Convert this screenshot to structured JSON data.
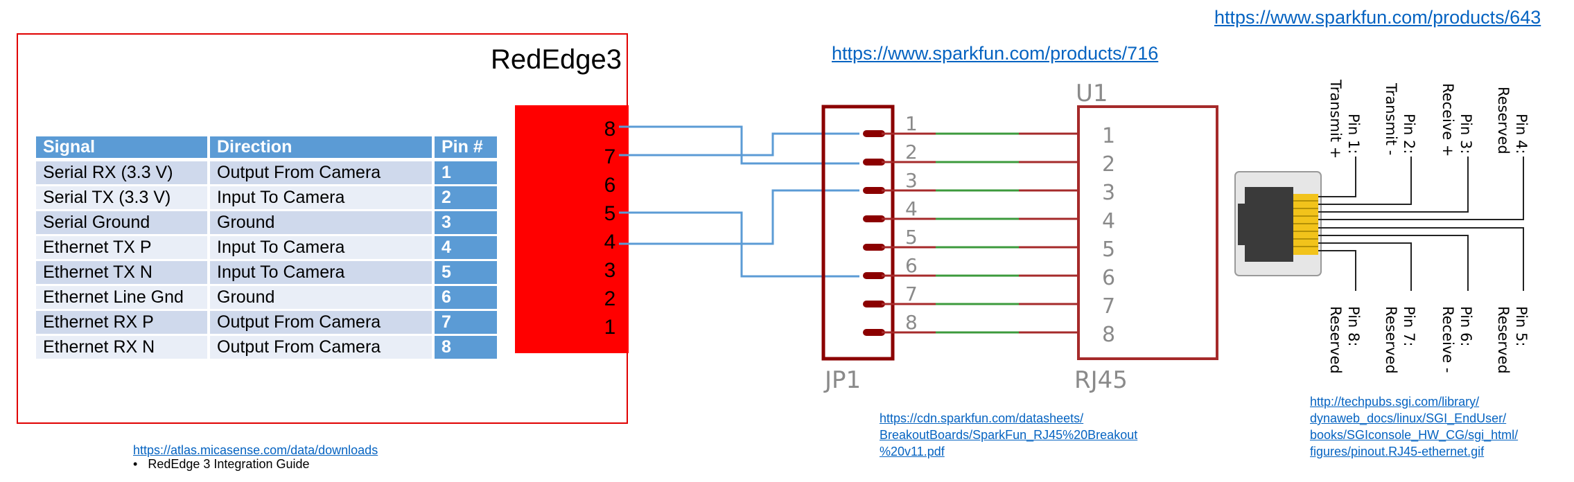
{
  "links": {
    "products_643": "https://www.sparkfun.com/products/643",
    "products_716": "https://www.sparkfun.com/products/716",
    "atlas": "https://atlas.micasense.com/data/downloads",
    "sparkfun_pdf": [
      "https://cdn.sparkfun.com/datasheets/",
      "BreakoutBoards/SparkFun_RJ45%20Breakout",
      "%20v11.pdf"
    ],
    "sgi": [
      "http://techpubs.sgi.com/library/",
      "dynaweb_docs/linux/SGI_EndUser/",
      "books/SGIconsole_HW_CG/sgi_html/",
      "figures/pinout.RJ45-ethernet.gif"
    ]
  },
  "guide_bullet": "RedEdge 3 Integration Guide",
  "camera": {
    "title": "RedEdge3",
    "connector_pins": [
      "8",
      "7",
      "6",
      "5",
      "4",
      "3",
      "2",
      "1"
    ]
  },
  "table": {
    "headers": [
      "Signal",
      "Direction",
      "Pin #"
    ],
    "rows": [
      [
        "Serial RX (3.3 V)",
        "Output From Camera",
        "1"
      ],
      [
        "Serial TX  (3.3 V)",
        "Input To Camera",
        "2"
      ],
      [
        "Serial Ground",
        "Ground",
        "3"
      ],
      [
        "Ethernet TX P",
        "Input To Camera",
        "4"
      ],
      [
        "Ethernet TX N",
        "Input To Camera",
        "5"
      ],
      [
        "Ethernet Line Gnd",
        "Ground",
        "6"
      ],
      [
        "Ethernet RX P",
        "Output From Camera",
        "7"
      ],
      [
        "Ethernet RX N",
        "Output From Camera",
        "8"
      ]
    ]
  },
  "breakout": {
    "header_label": "JP1",
    "jack_designator": "U1",
    "jack_label": "RJ45",
    "header_pins": [
      "1",
      "2",
      "3",
      "4",
      "5",
      "6",
      "7",
      "8"
    ],
    "jack_pins": [
      "1",
      "2",
      "3",
      "4",
      "5",
      "6",
      "7",
      "8"
    ]
  },
  "rj45_pinout": {
    "top": [
      [
        "Pin 1:",
        "Transmit +"
      ],
      [
        "Pin 2:",
        "Transmit -"
      ],
      [
        "Pin 3:",
        "Receive +"
      ],
      [
        "Pin 4:",
        "Reserved"
      ]
    ],
    "bottom": [
      [
        "Pin 8:",
        "Reserved"
      ],
      [
        "Pin 7:",
        "Reserved"
      ],
      [
        "Pin 6:",
        "Receive -"
      ],
      [
        "Pin 5:",
        "Reserved"
      ]
    ]
  },
  "colors": {
    "camera_red": "#ff0000",
    "frame_red": "#e00000",
    "wire_blue": "#5b9bd5",
    "header_dark": "#8b0000",
    "jack_red": "#a52a2a",
    "trace_green": "#3c9a3c",
    "table_header": "#5b9bd5",
    "gold": "#f2c31b"
  }
}
